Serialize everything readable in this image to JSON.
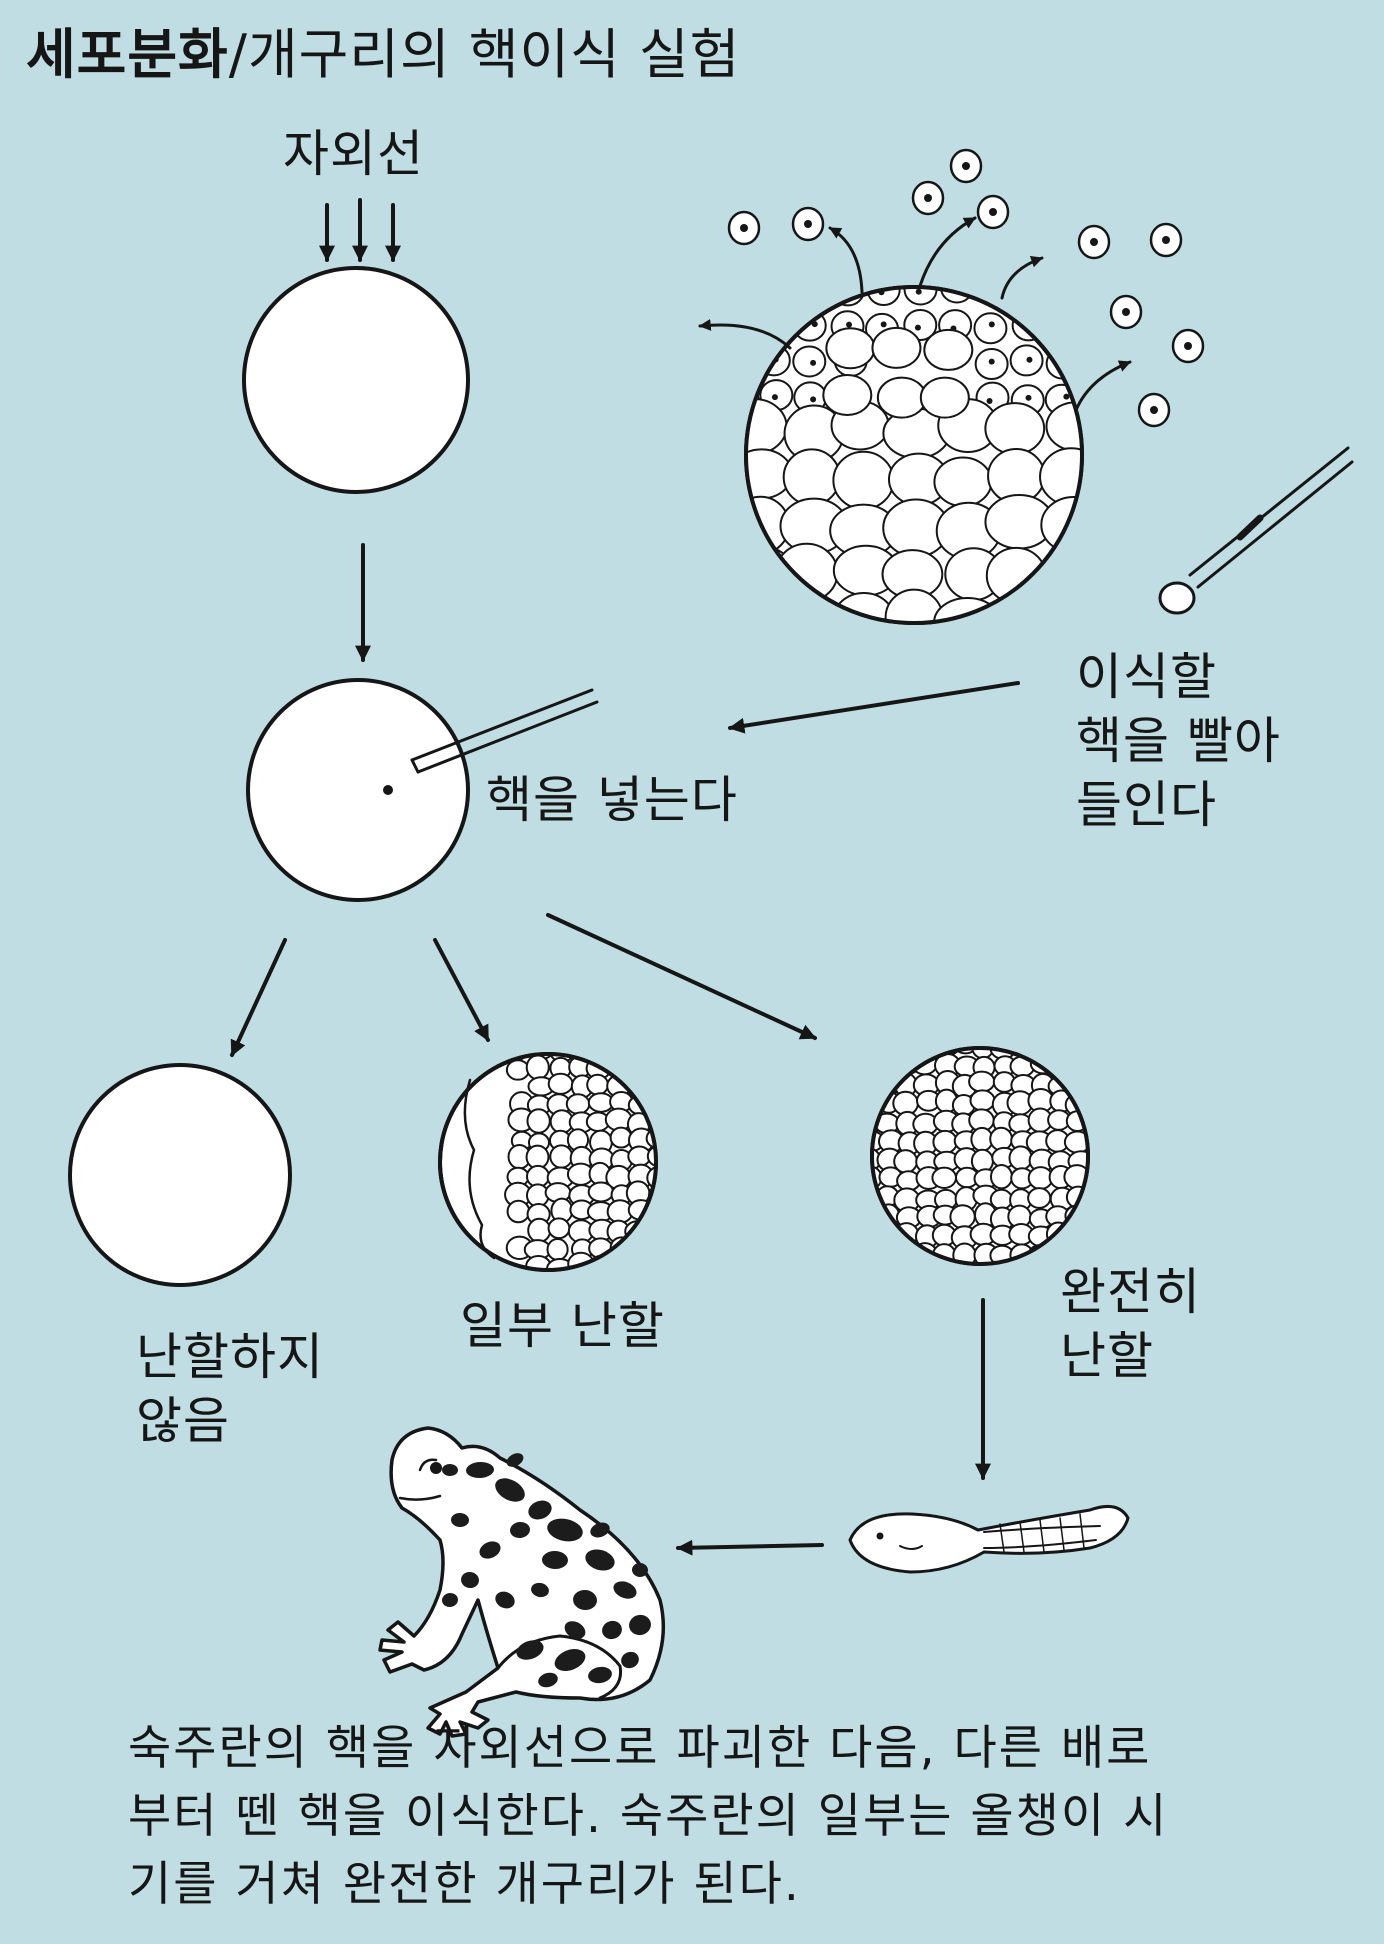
{
  "title": {
    "main": "세포분화",
    "separator": "/",
    "sub": "개구리의 핵이식 실험"
  },
  "labels": {
    "uv": "자외선",
    "extract_line1": "이식할",
    "extract_line2": "핵을 빨아",
    "extract_line3": "들인다",
    "insert": "핵을 넣는다",
    "no_cleavage_line1": "난할하지",
    "no_cleavage_line2": "않음",
    "partial": "일부 난할",
    "complete_line1": "완전히",
    "complete_line2": "난할"
  },
  "caption": {
    "line1": "숙주란의 핵을 자외선으로 파괴한 다음, 다른 배로",
    "line2": "부터 뗀 핵을 이식한다. 숙주란의 일부는 올챙이 시",
    "line3": "기를 거쳐 완전한 개구리가 된다."
  },
  "colors": {
    "background": "#bfdde2",
    "ink": "#161616",
    "egg_fill": "#ffffff",
    "spots": "#1c1c1c"
  },
  "icons": [
    "egg-icon",
    "embryo-icon",
    "micropipette-icon",
    "tadpole-icon",
    "frog-icon"
  ]
}
